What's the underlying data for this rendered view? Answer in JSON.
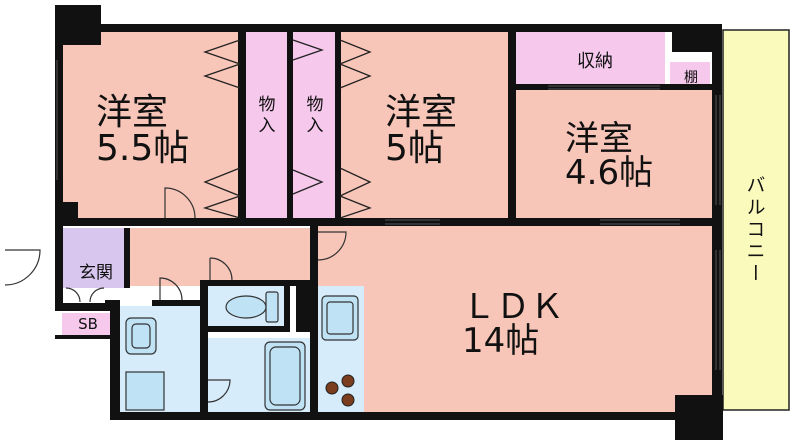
{
  "floorplan": {
    "rooms": {
      "western_1": {
        "name": "洋室",
        "size": "5.5帖"
      },
      "western_2": {
        "name": "洋室",
        "size": "5帖"
      },
      "western_3": {
        "name": "洋室",
        "size": "4.6帖"
      },
      "ldk": {
        "name": "ＬＤＫ",
        "size": "14帖"
      }
    },
    "labels": {
      "closet_1": "物入",
      "closet_2": "物入",
      "storage": "収納",
      "shelf": "棚",
      "entrance": "玄関",
      "shoe_box": "SB",
      "balcony": "バルコニー"
    },
    "colors": {
      "room": "#f8c6b8",
      "closet": "#f5c8ec",
      "wet_area": "#d6ecfa",
      "entrance": "#d9c6ee",
      "balcony": "#fafabc",
      "wall": "#111111"
    }
  }
}
